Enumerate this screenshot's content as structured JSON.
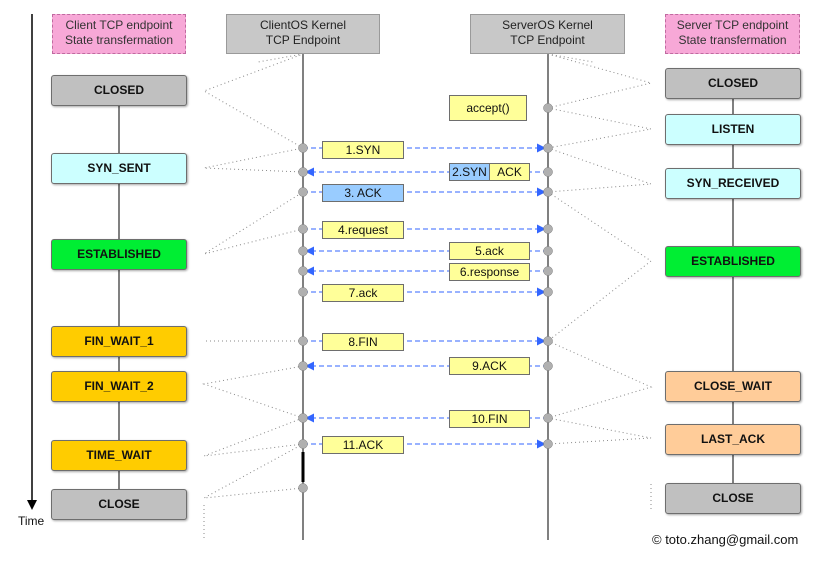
{
  "headers": {
    "client_state": [
      "Client TCP endpoint",
      "State transfermation"
    ],
    "client_kernel": [
      "ClientOS Kernel",
      "TCP Endpoint"
    ],
    "server_kernel": [
      "ServerOS Kernel",
      "TCP Endpoint"
    ],
    "server_state": [
      "Server TCP endpoint",
      "State transfermation"
    ]
  },
  "client_states": [
    "CLOSED",
    "SYN_SENT",
    "ESTABLISHED",
    "FIN_WAIT_1",
    "FIN_WAIT_2",
    "TIME_WAIT",
    "CLOSE"
  ],
  "server_states": [
    "CLOSED",
    "LISTEN",
    "SYN_RECEIVED",
    "ESTABLISHED",
    "CLOSE_WAIT",
    "LAST_ACK",
    "CLOSE"
  ],
  "messages": {
    "accept": "accept()",
    "syn": "1.SYN",
    "synack_syn": "2.SYN",
    "synack_ack": "ACK",
    "ack3": "3. ACK",
    "request": "4.request",
    "ack5": "5.ack",
    "response": "6.response",
    "ack7": "7.ack",
    "fin8": "8.FIN",
    "ack9": "9.ACK",
    "fin10": "10.FIN",
    "ack11": "11.ACK"
  },
  "time_label": "Time",
  "credit": "© toto.zhang@gmail.com",
  "colors": {
    "closed": "#c0c0c0",
    "listen": "#ccffff",
    "established": "#00ee33",
    "fin_wait": "#ffcc00",
    "close_wait": "#ffcc99",
    "message": "#ffff99",
    "message_blue": "#99ccff",
    "header_pink": "#f7a8d7",
    "arrow": "#3366ff"
  }
}
